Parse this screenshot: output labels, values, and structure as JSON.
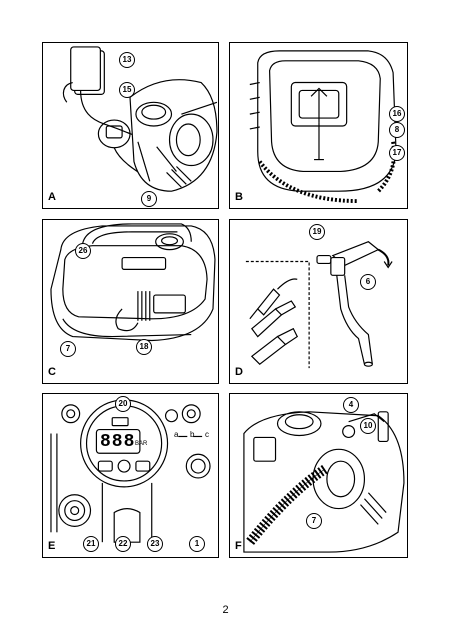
{
  "panels": {
    "a": {
      "letter": "A",
      "callouts": [
        "13",
        "15",
        "9"
      ]
    },
    "b": {
      "letter": "B",
      "callouts": [
        "16",
        "8",
        "17"
      ]
    },
    "c": {
      "letter": "C",
      "callouts": [
        "26",
        "7",
        "18"
      ]
    },
    "d": {
      "letter": "D",
      "callouts": [
        "19",
        "6"
      ]
    },
    "e": {
      "letter": "E",
      "callouts": [
        "20",
        "21",
        "22",
        "23",
        "1"
      ],
      "display_unit": "BAR",
      "display_digits": "888",
      "scale": [
        "a",
        "b",
        "c"
      ]
    },
    "f": {
      "letter": "F",
      "callouts": [
        "4",
        "10",
        "7"
      ]
    }
  },
  "page_number": "2"
}
